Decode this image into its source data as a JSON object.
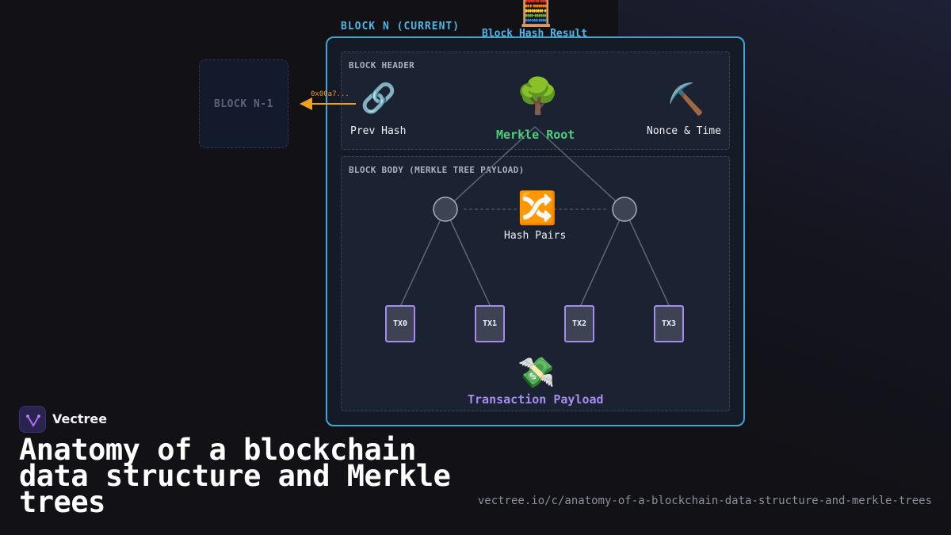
{
  "diagram": {
    "current_block_title": "BLOCK N (CURRENT)",
    "result_label": "Block Hash Result",
    "result_icon": "abacus-icon",
    "previous_block_label": "BLOCK N-1",
    "prev_hash_value": "0x00a7...",
    "header": {
      "section_label": "BLOCK HEADER",
      "prev_hash": {
        "icon": "link-icon",
        "label": "Prev Hash"
      },
      "merkle_root": {
        "icon": "tree-icon",
        "label": "Merkle Root"
      },
      "nonce_time": {
        "icon": "pickaxe-icon",
        "label": "Nonce & Time"
      }
    },
    "body": {
      "section_label": "BLOCK BODY (MERKLE TREE PAYLOAD)",
      "hash_pairs": {
        "icon": "shuffle-icon",
        "label": "Hash Pairs"
      },
      "transactions": [
        "TX0",
        "TX1",
        "TX2",
        "TX3"
      ],
      "payload": {
        "icon": "money-with-wings-icon",
        "label": "Transaction Payload"
      }
    },
    "colors": {
      "accent_blue": "#3aa7dc",
      "merkle_green": "#4cd07a",
      "payload_purple": "#a58cf0",
      "arrow_orange": "#f0a020"
    }
  },
  "brand": {
    "name": "Vectree"
  },
  "page": {
    "title": "Anatomy of a blockchain data structure and Merkle trees",
    "url": "vectree.io/c/anatomy-of-a-blockchain-data-structure-and-merkle-trees"
  }
}
